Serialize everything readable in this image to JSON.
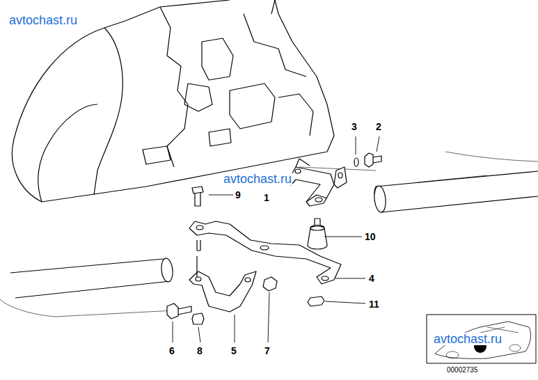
{
  "diagram": {
    "labels": [
      "avtochast.ru",
      "3",
      "2",
      "9",
      "avtochast.ru",
      "1",
      "10",
      "4",
      "11",
      "6",
      "8",
      "5",
      "7",
      "avtochast.ru",
      "00002735"
    ]
  }
}
